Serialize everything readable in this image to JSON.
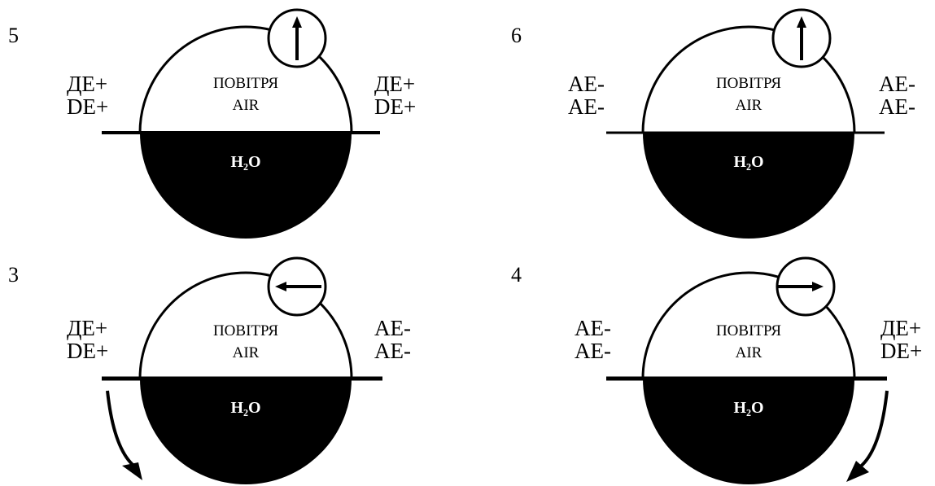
{
  "panels": [
    {
      "number": "5",
      "left": {
        "line1": "ДЕ+",
        "line2": "DE+"
      },
      "right": {
        "line1": "ДЕ+",
        "line2": "DE+"
      },
      "air_uk": "ПОВІТРЯ",
      "air_en": "AIR",
      "water": "H₂O",
      "gauge_arrow": "up",
      "drain_arrow": "none"
    },
    {
      "number": "6",
      "left": {
        "line1": "AE-",
        "line2": "AE-"
      },
      "right": {
        "line1": "AE-",
        "line2": "AE-"
      },
      "air_uk": "ПОВІТРЯ",
      "air_en": "AIR",
      "water": "H₂O",
      "gauge_arrow": "up",
      "drain_arrow": "none"
    },
    {
      "number": "3",
      "left": {
        "line1": "ДЕ+",
        "line2": "DE+"
      },
      "right": {
        "line1": "AE-",
        "line2": "AE-"
      },
      "air_uk": "ПОВІТРЯ",
      "air_en": "AIR",
      "water": "H₂O",
      "gauge_arrow": "left",
      "drain_arrow": "left"
    },
    {
      "number": "4",
      "left": {
        "line1": "AE-",
        "line2": "AE-"
      },
      "right": {
        "line1": "ДЕ+",
        "line2": "DE+"
      },
      "air_uk": "ПОВІТРЯ",
      "air_en": "AIR",
      "water": "H₂O",
      "gauge_arrow": "right",
      "drain_arrow": "right"
    }
  ]
}
